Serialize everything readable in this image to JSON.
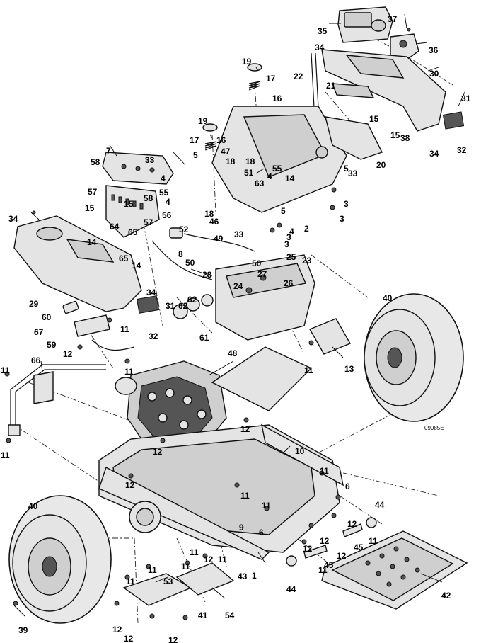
{
  "drawing_code": "09085E",
  "callouts": [
    {
      "id": "c1",
      "label": "35"
    },
    {
      "id": "c2",
      "label": "37"
    },
    {
      "id": "c3",
      "label": "34"
    },
    {
      "id": "c4",
      "label": "36"
    },
    {
      "id": "c5",
      "label": "19"
    },
    {
      "id": "c6",
      "label": "17"
    },
    {
      "id": "c7",
      "label": "22"
    },
    {
      "id": "c8",
      "label": "30"
    },
    {
      "id": "c9",
      "label": "16"
    },
    {
      "id": "c10",
      "label": "21"
    },
    {
      "id": "c11",
      "label": "31"
    },
    {
      "id": "c12",
      "label": "15"
    },
    {
      "id": "c13",
      "label": "19"
    },
    {
      "id": "c14",
      "label": "17"
    },
    {
      "id": "c15",
      "label": "16"
    },
    {
      "id": "c16",
      "label": "47"
    },
    {
      "id": "c17",
      "label": "15"
    },
    {
      "id": "c18",
      "label": "38"
    },
    {
      "id": "c19",
      "label": "32"
    },
    {
      "id": "c20",
      "label": "34"
    },
    {
      "id": "c21",
      "label": "7"
    },
    {
      "id": "c22",
      "label": "58"
    },
    {
      "id": "c23",
      "label": "33"
    },
    {
      "id": "c24",
      "label": "5"
    },
    {
      "id": "c25",
      "label": "18"
    },
    {
      "id": "c26",
      "label": "18"
    },
    {
      "id": "c27",
      "label": "55"
    },
    {
      "id": "c28",
      "label": "20"
    },
    {
      "id": "c29",
      "label": "14"
    },
    {
      "id": "c30",
      "label": "4"
    },
    {
      "id": "c31",
      "label": "51"
    },
    {
      "id": "c32",
      "label": "5"
    },
    {
      "id": "c33",
      "label": "33"
    },
    {
      "id": "c34",
      "label": "4"
    },
    {
      "id": "c35",
      "label": "63"
    },
    {
      "id": "c36",
      "label": "55"
    },
    {
      "id": "c37",
      "label": "57"
    },
    {
      "id": "c38",
      "label": "58"
    },
    {
      "id": "c39",
      "label": "3"
    },
    {
      "id": "c40",
      "label": "15"
    },
    {
      "id": "c41",
      "label": "4"
    },
    {
      "id": "c42",
      "label": "15"
    },
    {
      "id": "c43",
      "label": "18"
    },
    {
      "id": "c44",
      "label": "56"
    },
    {
      "id": "c45",
      "label": "5"
    },
    {
      "id": "c46",
      "label": "3"
    },
    {
      "id": "c47",
      "label": "57"
    },
    {
      "id": "c48",
      "label": "64"
    },
    {
      "id": "c49",
      "label": "2"
    },
    {
      "id": "c50",
      "label": "34"
    },
    {
      "id": "c51",
      "label": "46"
    },
    {
      "id": "c52",
      "label": "65"
    },
    {
      "id": "c53",
      "label": "33"
    },
    {
      "id": "c54",
      "label": "4"
    },
    {
      "id": "c55",
      "label": "52"
    },
    {
      "id": "c56",
      "label": "3"
    },
    {
      "id": "c57",
      "label": "14"
    },
    {
      "id": "c58",
      "label": "3"
    },
    {
      "id": "c59",
      "label": "65"
    },
    {
      "id": "c60",
      "label": "49"
    },
    {
      "id": "c61",
      "label": "8"
    },
    {
      "id": "c62",
      "label": "25"
    },
    {
      "id": "c63",
      "label": "50"
    },
    {
      "id": "c64",
      "label": "50"
    },
    {
      "id": "c65",
      "label": "23"
    },
    {
      "id": "c66",
      "label": "14"
    },
    {
      "id": "c67",
      "label": "29"
    },
    {
      "id": "c68",
      "label": "28"
    },
    {
      "id": "c69",
      "label": "27"
    },
    {
      "id": "c70",
      "label": "26"
    },
    {
      "id": "c71",
      "label": "24"
    },
    {
      "id": "c72",
      "label": "34"
    },
    {
      "id": "c73",
      "label": "31"
    },
    {
      "id": "c74",
      "label": "62"
    },
    {
      "id": "c75",
      "label": "62"
    },
    {
      "id": "c76",
      "label": "60"
    },
    {
      "id": "c77",
      "label": "40"
    },
    {
      "id": "c78",
      "label": "67"
    },
    {
      "id": "c79",
      "label": "11"
    },
    {
      "id": "c80",
      "label": "32"
    },
    {
      "id": "c81",
      "label": "61"
    },
    {
      "id": "c82",
      "label": "59"
    },
    {
      "id": "c83",
      "label": "12"
    },
    {
      "id": "c84",
      "label": "48"
    },
    {
      "id": "c85",
      "label": "11"
    },
    {
      "id": "c86",
      "label": "13"
    },
    {
      "id": "c87",
      "label": "66"
    },
    {
      "id": "c88",
      "label": "11"
    },
    {
      "id": "c89",
      "label": "11"
    },
    {
      "id": "c90",
      "label": "12"
    },
    {
      "id": "c91",
      "label": "11"
    },
    {
      "id": "c92",
      "label": "12"
    },
    {
      "id": "c93",
      "label": "10"
    },
    {
      "id": "c94",
      "label": "12"
    },
    {
      "id": "c95",
      "label": "11"
    },
    {
      "id": "c96",
      "label": "11"
    },
    {
      "id": "c97",
      "label": "6"
    },
    {
      "id": "c98",
      "label": "11"
    },
    {
      "id": "c99",
      "label": "40"
    },
    {
      "id": "c100",
      "label": "44"
    },
    {
      "id": "c101",
      "label": "9"
    },
    {
      "id": "c102",
      "label": "12"
    },
    {
      "id": "c103",
      "label": "6"
    },
    {
      "id": "c104",
      "label": "12"
    },
    {
      "id": "c105",
      "label": "11"
    },
    {
      "id": "c106",
      "label": "12"
    },
    {
      "id": "c107",
      "label": "45"
    },
    {
      "id": "c108",
      "label": "12"
    },
    {
      "id": "c109",
      "label": "11"
    },
    {
      "id": "c110",
      "label": "12"
    },
    {
      "id": "c111",
      "label": "11"
    },
    {
      "id": "c112",
      "label": "11"
    },
    {
      "id": "c113",
      "label": "1"
    },
    {
      "id": "c114",
      "label": "45"
    },
    {
      "id": "c115",
      "label": "43"
    },
    {
      "id": "c116",
      "label": "11"
    },
    {
      "id": "c117",
      "label": "11"
    },
    {
      "id": "c118",
      "label": "53"
    },
    {
      "id": "c119",
      "label": "11"
    },
    {
      "id": "c120",
      "label": "44"
    },
    {
      "id": "c121",
      "label": "42"
    },
    {
      "id": "c122",
      "label": "54"
    },
    {
      "id": "c123",
      "label": "41"
    },
    {
      "id": "c124",
      "label": "39"
    },
    {
      "id": "c125",
      "label": "12"
    },
    {
      "id": "c126",
      "label": "12"
    },
    {
      "id": "c127",
      "label": "12"
    }
  ]
}
